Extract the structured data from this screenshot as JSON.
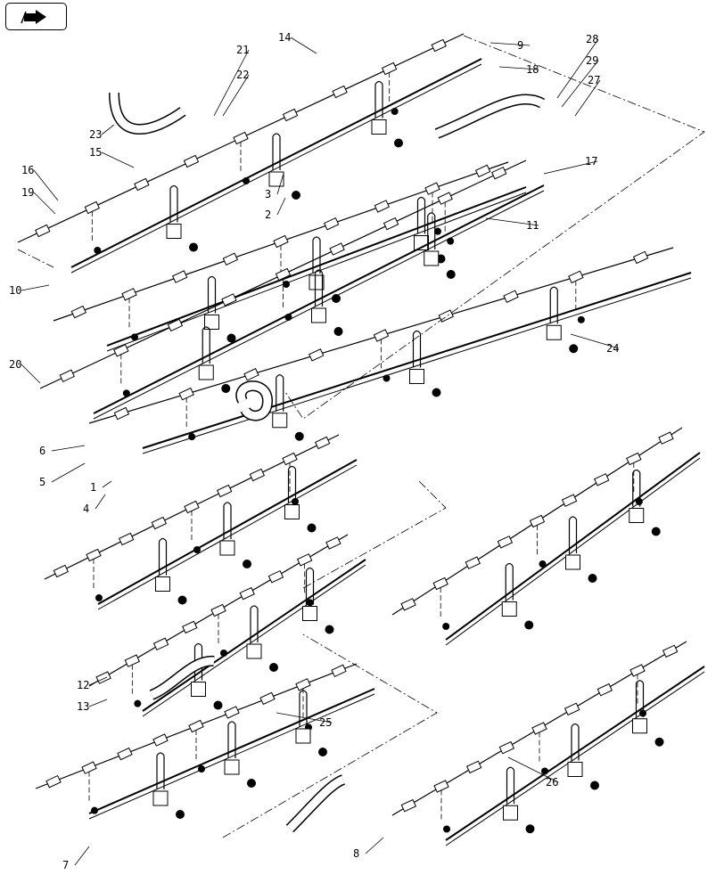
{
  "nav": {
    "icon": "flip-page-arrow-icon"
  },
  "diagram": {
    "callouts": [
      "1",
      "2",
      "3",
      "4",
      "5",
      "6",
      "7",
      "8",
      "9",
      "10",
      "11",
      "12",
      "13",
      "14",
      "15",
      "16",
      "17",
      "18",
      "19",
      "20",
      "21",
      "22",
      "23",
      "24",
      "25",
      "26",
      "27",
      "28",
      "29"
    ]
  }
}
